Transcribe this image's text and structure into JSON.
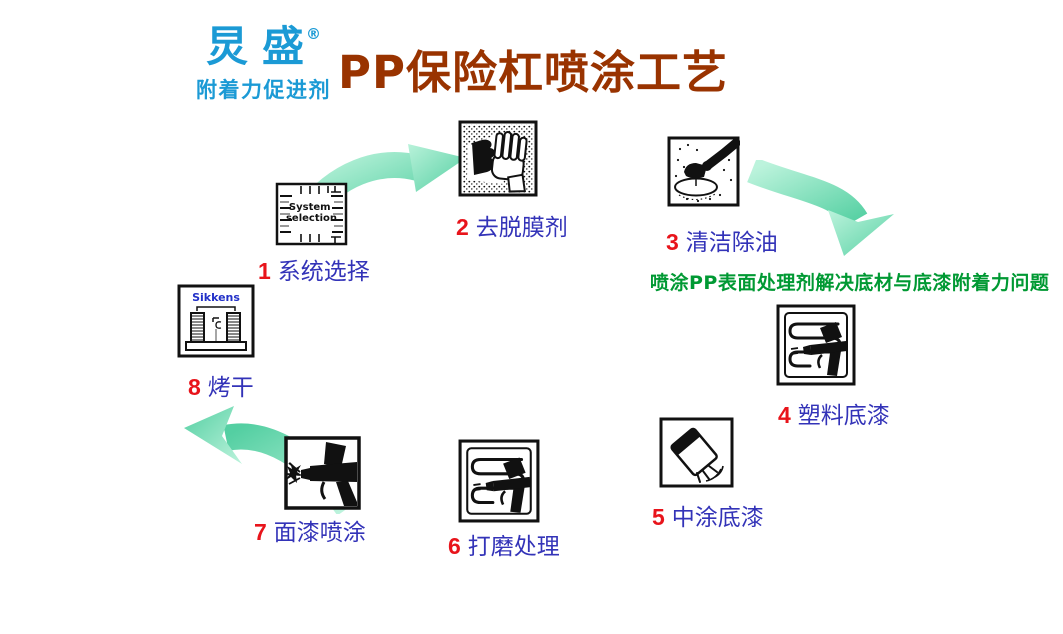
{
  "logo": {
    "brand": "炅盛",
    "reg_mark": "®",
    "tagline": "附着力促进剂",
    "color": "#1B9AD5"
  },
  "title": {
    "text": "PP保险杠喷涂工艺",
    "color": "#993300"
  },
  "note": {
    "text": "喷涂PP表面处理剂解决底材与底漆附着力问题",
    "color": "#009933"
  },
  "steps": [
    {
      "num": "1",
      "label": "系统选择",
      "icon": "system-selection-icon",
      "icon_line1": "System",
      "icon_line2": "selection"
    },
    {
      "num": "2",
      "label": "去脱膜剂",
      "icon": "hand-wipe-icon"
    },
    {
      "num": "3",
      "label": "清洁除油",
      "icon": "cleaning-polisher-icon"
    },
    {
      "num": "4",
      "label": "塑料底漆",
      "icon": "spray-gun-panel-icon"
    },
    {
      "num": "5",
      "label": "中涂底漆",
      "icon": "aerosol-spray-icon"
    },
    {
      "num": "6",
      "label": "打磨处理",
      "icon": "spray-gun-panel-icon"
    },
    {
      "num": "7",
      "label": "面漆喷涂",
      "icon": "spray-gun-icon"
    },
    {
      "num": "8",
      "label": "烤干",
      "icon": "drying-oven-icon",
      "icon_text": "Sikkens"
    }
  ],
  "arrows": [
    {
      "from": "1",
      "to": "2",
      "direction": "up-right"
    },
    {
      "from": "3",
      "to": "4",
      "direction": "down-right"
    },
    {
      "from": "7",
      "to": "8",
      "direction": "up-left"
    }
  ],
  "colors": {
    "brand_blue": "#1B9AD5",
    "title_brown": "#993300",
    "number_red": "#E8141B",
    "label_blue": "#3333B8",
    "note_green": "#009933",
    "arrow_green_light": "#B9F2DA",
    "arrow_green_dark": "#54CFA2",
    "sikkens_blue": "#2230C8",
    "icon_ink": "#111111",
    "background": "#FFFFFF"
  }
}
